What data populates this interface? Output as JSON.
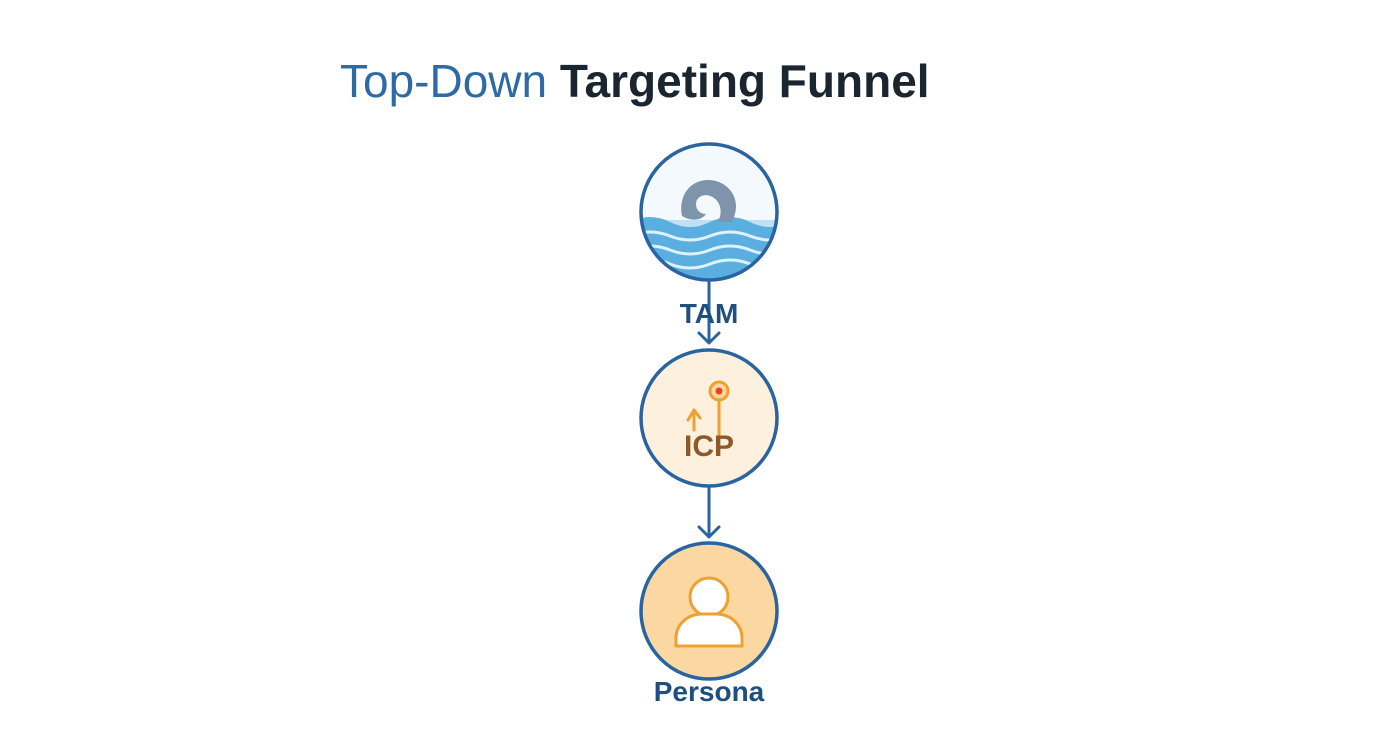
{
  "title": {
    "part1": "Top-Down",
    "part2": "Targeting Funnel"
  },
  "nodes": [
    {
      "id": "tam",
      "label": "TAM",
      "icon": "ocean-wave-icon"
    },
    {
      "id": "icp",
      "label": "ICP",
      "icon": "fishing-hook-icon"
    },
    {
      "id": "persona",
      "label": "Persona",
      "icon": "person-icon"
    }
  ],
  "colors": {
    "title_accent": "#2e6aa3",
    "title_dark": "#1a2530",
    "circle_border": "#2a64a0",
    "arrow": "#2a64a0",
    "label_text": "#1f4f7e",
    "icp_fill": "#fdf0dc",
    "persona_fill": "#fbd8a1",
    "wave_water": "#5aaee0",
    "wave_crest": "#7d94aa",
    "hook": "#f0a030",
    "icp_text": "#8a5a2a"
  }
}
